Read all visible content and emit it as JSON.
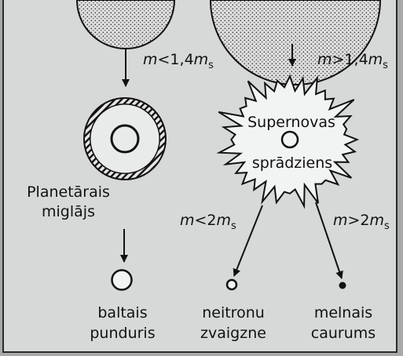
{
  "labels": {
    "mass_left": {
      "m": "m",
      "op": "<1,4",
      "ms": "m",
      "sub": "s"
    },
    "mass_right": {
      "m": "m",
      "op": ">1,4",
      "ms": "m",
      "sub": "s"
    },
    "supernova_line1": "Supernovas",
    "supernova_line2": "sprādziens",
    "planetary_line1": "Planetārais",
    "planetary_line2": "miglājs",
    "mass_lower_left": {
      "m": "m",
      "op": "<2",
      "ms": "m",
      "sub": "s"
    },
    "mass_lower_right": {
      "m": "m",
      "op": ">2",
      "ms": "m",
      "sub": "s"
    },
    "white_dwarf_line1": "baltais",
    "white_dwarf_line2": "punduris",
    "neutron_star_line1": "neitronu",
    "neutron_star_line2": "zvaigzne",
    "black_hole_line1": "melnais",
    "black_hole_line2": "caurums"
  },
  "colors": {
    "background": "#a8aaaa",
    "panel": "#d7d9d9",
    "ink": "#111111"
  }
}
